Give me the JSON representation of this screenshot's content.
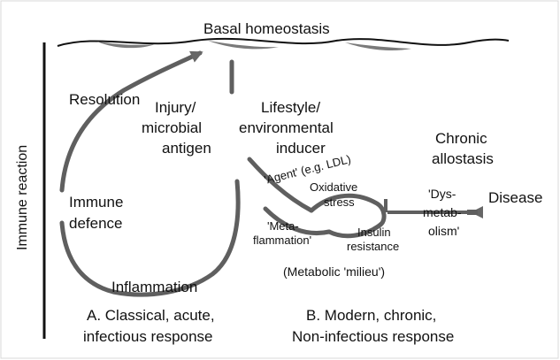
{
  "axis": {
    "label": "Immune reaction"
  },
  "top": {
    "label": "Basal homeostasis"
  },
  "acute": {
    "resolution": "Resolution",
    "injury_line1": "Injury/",
    "injury_line2": "microbial",
    "injury_line3": "antigen",
    "immune_line1": "Immune",
    "immune_line2": "defence",
    "inflammation": "Inflammation",
    "caption_line1": "A. Classical, acute,",
    "caption_line2": "infectious response"
  },
  "chronic": {
    "lifestyle_line1": "Lifestyle/",
    "lifestyle_line2": "environmental",
    "lifestyle_line3": "inducer",
    "agent": "'Agent' (e.g. LDL)",
    "oxidative_line1": "Oxidative",
    "oxidative_line2": "stress",
    "meta_line1": "'Meta-",
    "meta_line2": "flammation'",
    "insulin_line1": "Insulin",
    "insulin_line2": "resistance",
    "allostasis_line1": "Chronic",
    "allostasis_line2": "allostasis",
    "dys_line1": "'Dys-",
    "dys_line2": "metab-",
    "dys_line3": "olism'",
    "disease": "Disease",
    "milieu": "(Metabolic 'milieu')",
    "caption_line1": "B. Modern, chronic,",
    "caption_line2": "Non-infectious response"
  }
}
